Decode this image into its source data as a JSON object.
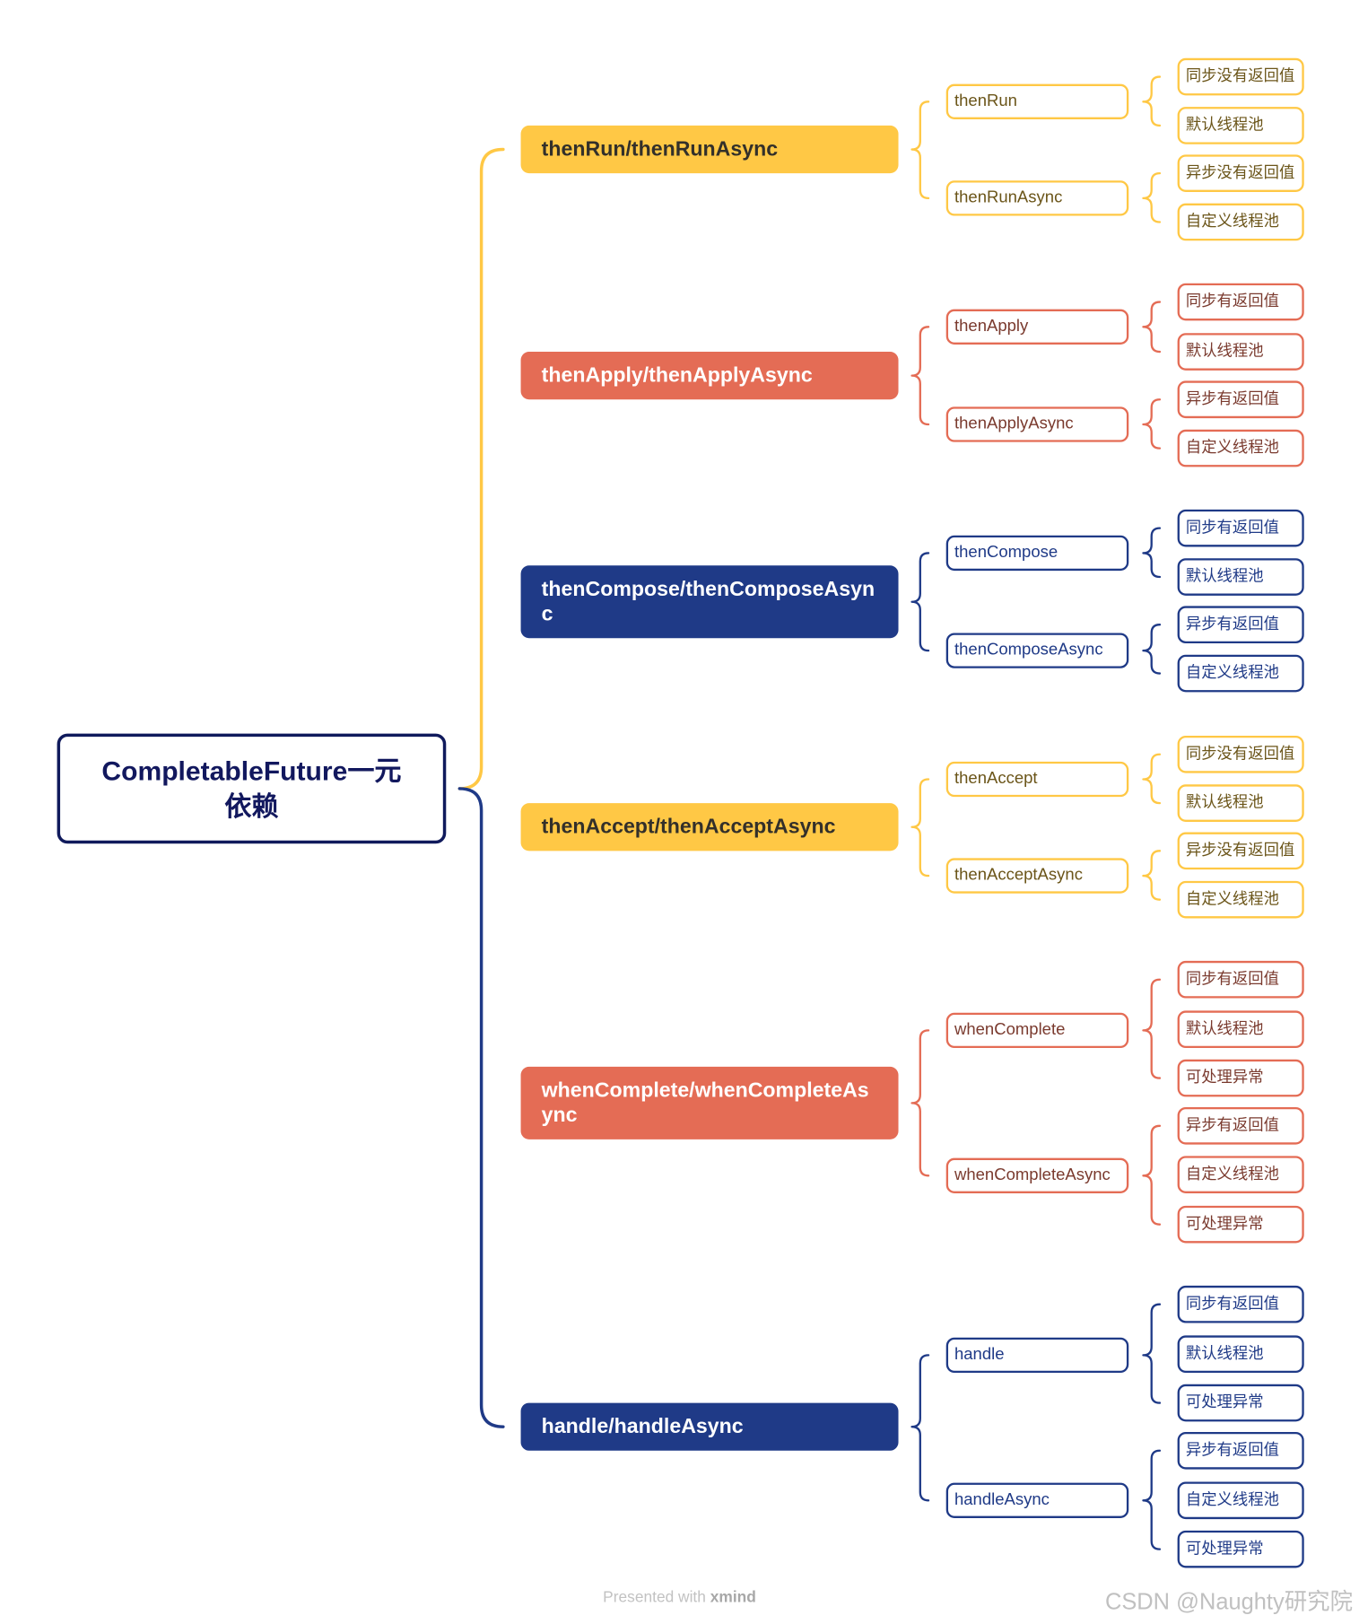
{
  "root": {
    "label": "CompletableFuture一元依赖",
    "border_color": "#101A5C",
    "text_color": "#12185E"
  },
  "branches": [
    {
      "label": "thenRun/thenRunAsync",
      "color": "#FFC845",
      "label_color": "#33302A",
      "text_color": "#6B5519",
      "children": [
        {
          "label": "thenRun",
          "leaves": [
            "同步没有返回值",
            "默认线程池"
          ]
        },
        {
          "label": "thenRunAsync",
          "leaves": [
            "异步没有返回值",
            "自定义线程池"
          ]
        }
      ]
    },
    {
      "label": "thenApply/thenApplyAsync",
      "color": "#E46C55",
      "label_color": "#FFFFFF",
      "text_color": "#7A3A2E",
      "children": [
        {
          "label": "thenApply",
          "leaves": [
            "同步有返回值",
            "默认线程池"
          ]
        },
        {
          "label": "thenApplyAsync",
          "leaves": [
            "异步有返回值",
            "自定义线程池"
          ]
        }
      ]
    },
    {
      "label": "thenCompose/thenComposeAsync",
      "color": "#1F3A87",
      "label_color": "#FFFFFF",
      "text_color": "#1F3A87",
      "children": [
        {
          "label": "thenCompose",
          "leaves": [
            "同步有返回值",
            "默认线程池"
          ]
        },
        {
          "label": "thenComposeAsync",
          "leaves": [
            "异步有返回值",
            "自定义线程池"
          ]
        }
      ]
    },
    {
      "label": "thenAccept/thenAcceptAsync",
      "color": "#FFC845",
      "label_color": "#33302A",
      "text_color": "#6B5519",
      "children": [
        {
          "label": "thenAccept",
          "leaves": [
            "同步没有返回值",
            "默认线程池"
          ]
        },
        {
          "label": "thenAcceptAsync",
          "leaves": [
            "异步没有返回值",
            "自定义线程池"
          ]
        }
      ]
    },
    {
      "label": "whenComplete/whenCompleteAsync",
      "color": "#E46C55",
      "label_color": "#FFFFFF",
      "text_color": "#7A3A2E",
      "children": [
        {
          "label": "whenComplete",
          "leaves": [
            "同步有返回值",
            "默认线程池",
            "可处理异常"
          ]
        },
        {
          "label": "whenCompleteAsync",
          "leaves": [
            "异步有返回值",
            "自定义线程池",
            "可处理异常"
          ]
        }
      ]
    },
    {
      "label": "handle/handleAsync",
      "color": "#1F3A87",
      "label_color": "#FFFFFF",
      "text_color": "#1F3A87",
      "children": [
        {
          "label": "handle",
          "leaves": [
            "同步有返回值",
            "默认线程池",
            "可处理异常"
          ]
        },
        {
          "label": "handleAsync",
          "leaves": [
            "异步有返回值",
            "自定义线程池",
            "可处理异常"
          ]
        }
      ]
    }
  ],
  "footer": {
    "prefix": "Presented with",
    "brand": "xmind"
  },
  "watermark": "CSDN @Naughty研究院"
}
